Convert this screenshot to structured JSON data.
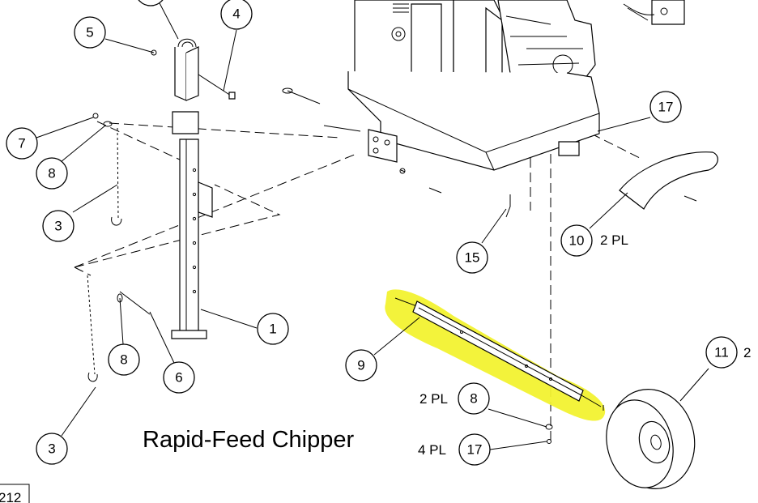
{
  "title": "Rapid-Feed Chipper",
  "page_ref": "212",
  "callouts": [
    {
      "id": "c4",
      "number": "4"
    },
    {
      "id": "c5",
      "number": "5"
    },
    {
      "id": "c7",
      "number": "7"
    },
    {
      "id": "c8a",
      "number": "8"
    },
    {
      "id": "c3a",
      "number": "3"
    },
    {
      "id": "c1",
      "number": "1"
    },
    {
      "id": "c8b",
      "number": "8"
    },
    {
      "id": "c6",
      "number": "6"
    },
    {
      "id": "c3b",
      "number": "3"
    },
    {
      "id": "c17a",
      "number": "17"
    },
    {
      "id": "c15",
      "number": "15"
    },
    {
      "id": "c10",
      "number": "10"
    },
    {
      "id": "c9",
      "number": "9"
    },
    {
      "id": "c8c",
      "number": "8"
    },
    {
      "id": "c17b",
      "number": "17"
    },
    {
      "id": "c11",
      "number": "11"
    }
  ],
  "notes": {
    "c10_qty": "2 PL",
    "c8c_qty": "2 PL",
    "c17b_qty": "4 PL",
    "c11_qty": "2"
  },
  "highlight_color": "#f2f230",
  "highlighted_part": "9"
}
